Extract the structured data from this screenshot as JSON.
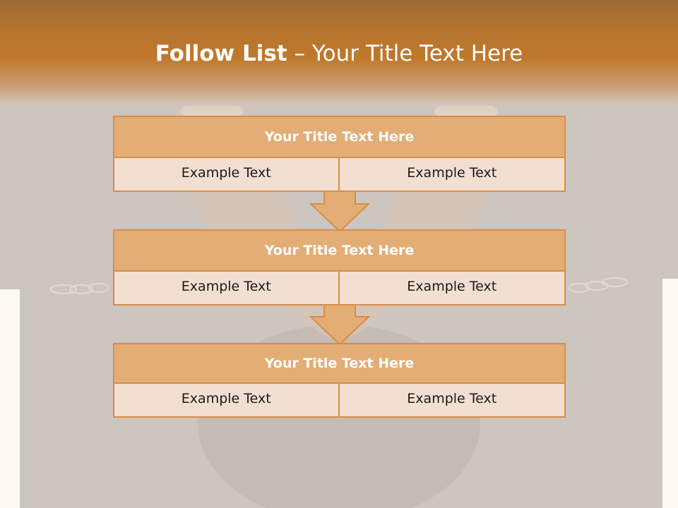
{
  "slide": {
    "title_bold": "Follow List",
    "title_rest": "– Your Title Text Here"
  },
  "steps": [
    {
      "title": "Your Title Text Here",
      "left": "Example Text",
      "right": "Example Text"
    },
    {
      "title": "Your Title Text Here",
      "left": "Example Text",
      "right": "Example Text"
    },
    {
      "title": "Your Title Text Here",
      "left": "Example Text",
      "right": "Example Text"
    }
  ],
  "colors": {
    "header_orange": "#bf782c",
    "box_title_fill": "#e3ad76",
    "box_cell_fill": "#f2dfd1",
    "box_border": "#d78e47",
    "arrow_fill": "#e3ad76"
  }
}
